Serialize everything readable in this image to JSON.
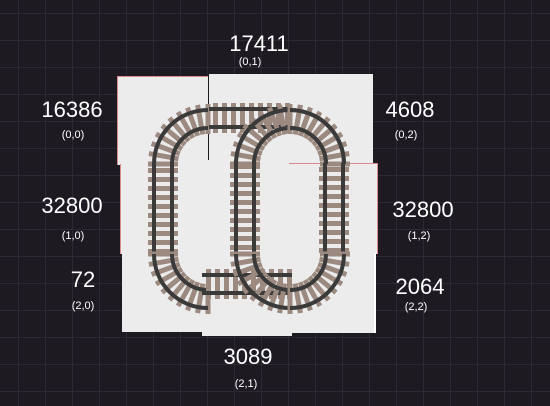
{
  "colors": {
    "background": "#1d1a22",
    "grid_line": "#2c2934",
    "tile": "#ececec",
    "sleeper": "#9c8a80",
    "rail": "#3a3a3a",
    "text": "#ffffff"
  },
  "cells": {
    "c00": {
      "value": "16386",
      "coord": "(0,0)",
      "piece": "curve"
    },
    "c01": {
      "value": "17411",
      "coord": "(0,1)",
      "piece": "straight + curves"
    },
    "c02": {
      "value": "4608",
      "coord": "(0,2)",
      "piece": "curve"
    },
    "c10": {
      "value": "32800",
      "coord": "(1,0)",
      "piece": "straight"
    },
    "c11": {
      "value": "",
      "coord": "",
      "piece": "straight"
    },
    "c12": {
      "value": "32800",
      "coord": "(1,2)",
      "piece": "straight"
    },
    "c20": {
      "value": "72",
      "coord": "(2,0)",
      "piece": "curve"
    },
    "c21": {
      "value": "3089",
      "coord": "(2,1)",
      "piece": "straight + curves"
    },
    "c22": {
      "value": "2064",
      "coord": "(2,2)",
      "piece": "curve"
    }
  }
}
